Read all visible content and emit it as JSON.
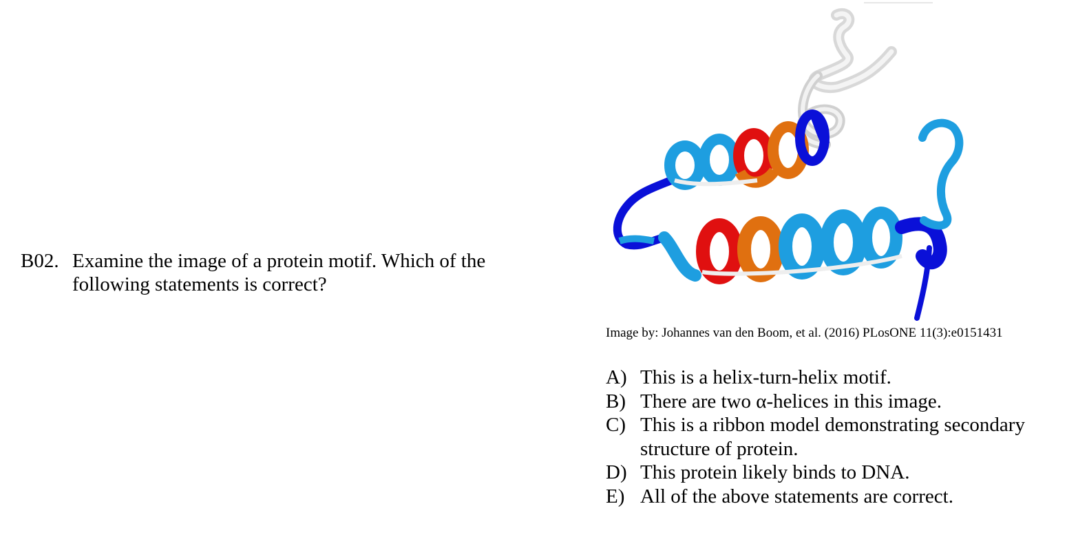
{
  "question": {
    "number": "B02.",
    "line1": "Examine the image of a protein motif.  Which of the",
    "line2": "following statements is correct?"
  },
  "figure": {
    "caption": "Image by: Johannes van den Boom, et al. (2016) PLosONE 11(3):e0151431",
    "colors": {
      "dark_blue": "#0a10d8",
      "light_blue": "#1e9ee0",
      "red": "#e01010",
      "orange": "#e07010",
      "white_coil": "#e8e8e8"
    }
  },
  "options": [
    {
      "letter": "A)",
      "text": "This is a helix-turn-helix motif."
    },
    {
      "letter": "B)",
      "text": "There are two α-helices in this image."
    },
    {
      "letter": "C)",
      "text": "This is a ribbon model demonstrating secondary structure of protein."
    },
    {
      "letter": "D)",
      "text": "This protein likely binds to DNA."
    },
    {
      "letter": "E)",
      "text": "All of the above statements are correct."
    }
  ]
}
